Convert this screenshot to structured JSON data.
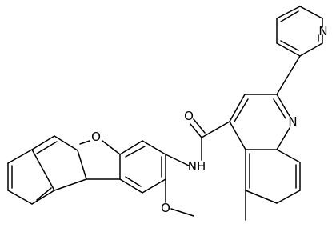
{
  "structure": {
    "bond_color": "#000000",
    "background": "#ffffff",
    "atom_labels": {
      "furan_oxygen": "O",
      "carbonyl_oxygen": "O",
      "amide_nitrogen": "NH",
      "quinoline_nitrogen": "N",
      "pyridine_nitrogen": "N",
      "methoxy_oxygen": "O"
    }
  }
}
